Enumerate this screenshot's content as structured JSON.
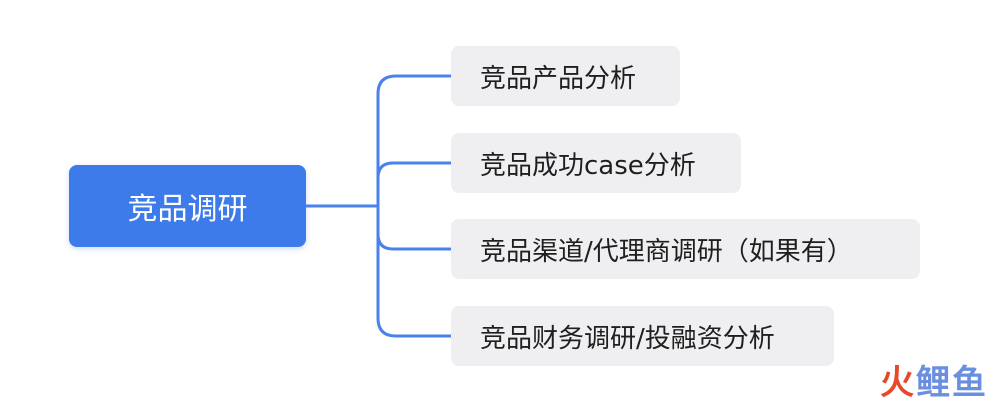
{
  "root": {
    "label": "竞品调研"
  },
  "children": [
    {
      "label": "竞品产品分析"
    },
    {
      "label": "竞品成功case分析"
    },
    {
      "label": "竞品渠道/代理商调研（如果有）"
    },
    {
      "label": "竞品财务调研/投融资分析"
    }
  ],
  "watermark": {
    "part1": "火",
    "part2": "鲤鱼"
  },
  "colors": {
    "accent": "#3d7bea",
    "node_bg": "#efeff1",
    "connector": "#4a82ec"
  }
}
